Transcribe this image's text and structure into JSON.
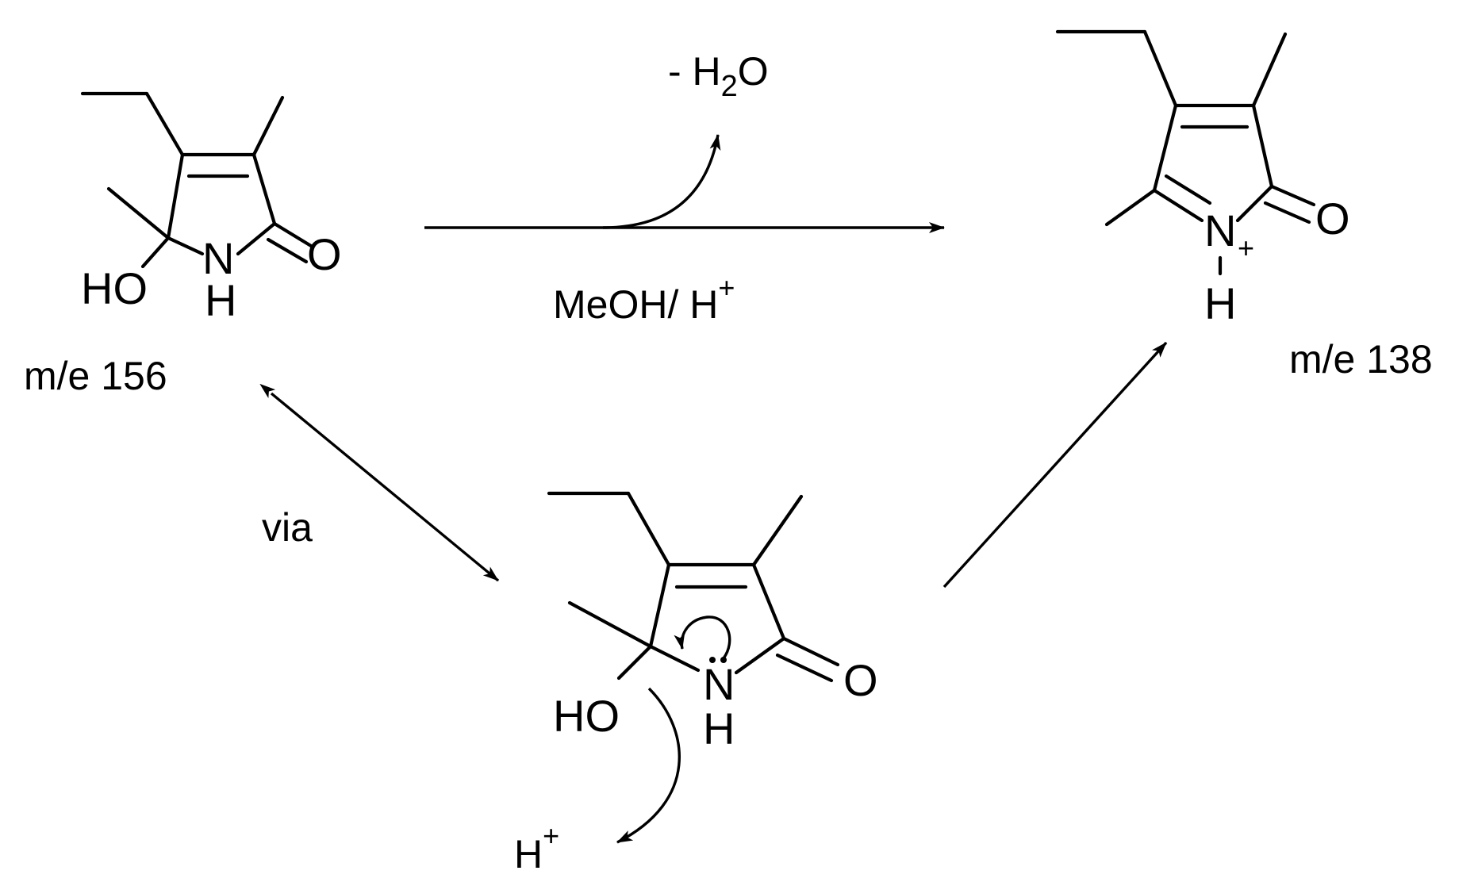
{
  "structures": {
    "start": {
      "mass_label": "m/e 156",
      "atoms": {
        "hydroxyl": "HO",
        "nitrogen": "N",
        "nh_hydrogen": "H",
        "carbonyl_oxygen": "O"
      }
    },
    "product": {
      "mass_label": "m/e 138",
      "atoms": {
        "nitrogen": "N",
        "charge": "+",
        "nh_hydrogen": "H",
        "carbonyl_oxygen": "O"
      }
    },
    "intermediate": {
      "atoms": {
        "hydroxyl": "HO",
        "nitrogen": "N",
        "nh_hydrogen": "H",
        "carbonyl_oxygen": "O"
      }
    }
  },
  "reaction": {
    "condition_prefix": "MeOH/ H",
    "condition_sup": "+",
    "loss_prefix": "- H",
    "loss_sub": "2",
    "loss_suffix": "O"
  },
  "via_label": "via",
  "proton_label": "H",
  "proton_sup": "+"
}
